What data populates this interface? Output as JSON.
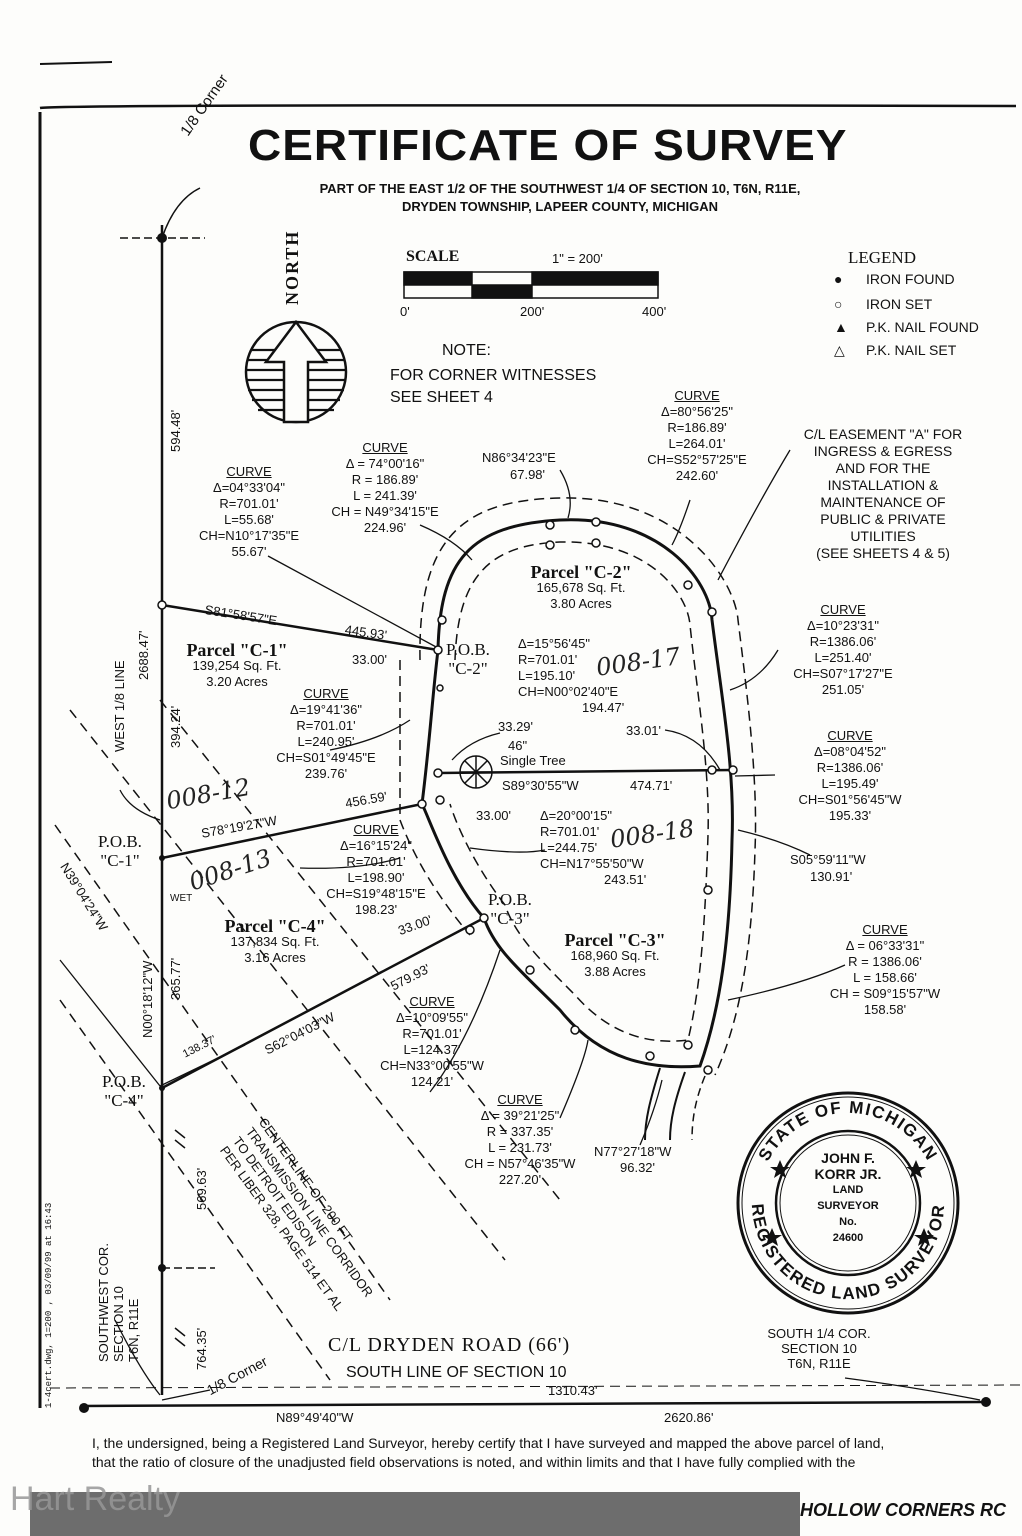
{
  "header": {
    "title": "CERTIFICATE OF SURVEY",
    "subtitle_line1": "PART OF THE EAST 1/2 OF THE SOUTHWEST 1/4 OF SECTION 10, T6N, R11E,",
    "subtitle_line2": "DRYDEN TOWNSHIP, LAPEER COUNTY, MICHIGAN"
  },
  "north_label": "NORTH",
  "scale": {
    "title": "SCALE",
    "ratio": "1\" = 200'",
    "t0": "0'",
    "t1": "200'",
    "t2": "400'"
  },
  "legend": {
    "title": "LEGEND",
    "items": [
      {
        "symbol": "●",
        "label": "IRON FOUND"
      },
      {
        "symbol": "○",
        "label": "IRON SET"
      },
      {
        "symbol": "▲",
        "label": "P.K. NAIL FOUND"
      },
      {
        "symbol": "△",
        "label": "P.K. NAIL SET"
      }
    ]
  },
  "note": {
    "l1": "NOTE:",
    "l2": "FOR CORNER WITNESSES",
    "l3": "SEE SHEET 4"
  },
  "corner_top": "1/8 Corner",
  "corner_bottom": "1/8 Corner",
  "west_line": "WEST 1/8 LINE",
  "easement": {
    "l1": "C/L EASEMENT \"A\" FOR",
    "l2": "INGRESS & EGRESS",
    "l3": "AND FOR THE",
    "l4": "INSTALLATION &",
    "l5": "MAINTENANCE OF",
    "l6": "PUBLIC & PRIVATE",
    "l7": "UTILITIES",
    "l8": "(SEE SHEETS 4 & 5)"
  },
  "curves": [
    {
      "title": "CURVE",
      "l1": "Δ=80°56'25\"",
      "l2": "R=186.89'",
      "l3": "L=264.01'",
      "l4": "CH=S52°57'25\"E",
      "l5": "242.60'"
    },
    {
      "title": "CURVE",
      "l1": "Δ = 74°00'16\"",
      "l2": "R = 186.89'",
      "l3": "L = 241.39'",
      "l4": "CH = N49°34'15\"E",
      "l5": "224.96'"
    },
    {
      "title": "CURVE",
      "l1": "Δ=04°33'04\"",
      "l2": "R=701.01'",
      "l3": "L=55.68'",
      "l4": "CH=N10°17'35\"E",
      "l5": "55.67'"
    },
    {
      "title": "CURVE",
      "l1": "Δ=10°23'31\"",
      "l2": "R=1386.06'",
      "l3": "L=251.40'",
      "l4": "CH=S07°17'27\"E",
      "l5": "251.05'"
    },
    {
      "title": "",
      "l1": "Δ=15°56'45\"",
      "l2": "R=701.01'",
      "l3": "L=195.10'",
      "l4": "CH=N00°02'40\"E",
      "l5": "194.47'"
    },
    {
      "title": "CURVE",
      "l1": "Δ=19°41'36\"",
      "l2": "R=701.01'",
      "l3": "L=240.95'",
      "l4": "CH=S01°49'45\"E",
      "l5": "239.76'"
    },
    {
      "title": "CURVE",
      "l1": "Δ=08°04'52\"",
      "l2": "R=1386.06'",
      "l3": "L=195.49'",
      "l4": "CH=S01°56'45\"W",
      "l5": "195.33'"
    },
    {
      "title": "",
      "l1": "Δ=20°00'15\"",
      "l2": "R=701.01'",
      "l3": "L=244.75'",
      "l4": "CH=N17°55'50\"W",
      "l5": "243.51'"
    },
    {
      "title": "CURVE",
      "l1": "Δ=16°15'24\"",
      "l2": "R=701.01'",
      "l3": "L=198.90'",
      "l4": "CH=S19°48'15\"E",
      "l5": "198.23'"
    },
    {
      "title": "CURVE",
      "l1": "Δ = 06°33'31\"",
      "l2": "R = 1386.06'",
      "l3": "L = 158.66'",
      "l4": "CH = S09°15'57\"W",
      "l5": "158.58'"
    },
    {
      "title": "CURVE",
      "l1": "Δ=10°09'55\"",
      "l2": "R=701.01'",
      "l3": "L=124.37'",
      "l4": "CH=N33°00'55\"W",
      "l5": "124.21'"
    },
    {
      "title": "CURVE",
      "l1": "Δ = 39°21'25\"",
      "l2": "R = 337.35'",
      "l3": "L = 231.73'",
      "l4": "CH = N57°46'35\"W",
      "l5": "227.20'"
    }
  ],
  "bearings": {
    "n86": "N86°34'23\"E",
    "n86d": "67.98'",
    "s81": "S81°58'57\"E",
    "s81d": "445.93'",
    "d3300a": "33.00'",
    "d3300b": "33.00'",
    "d3300c": "33.00'",
    "d3329": "33.29'",
    "d3301": "33.01'",
    "s89": "S89°30'55\"W",
    "s89d": "474.71'",
    "s78": "S78°19'27\"W",
    "s78d": "456.59'",
    "s05": "S05°59'11\"W",
    "s05d": "130.91'",
    "n39": "N39°04'24\"W",
    "s62": "S62°04'03\"W",
    "s62d": "579.93'",
    "d138": "138.37'",
    "n00": "N00°18'12\"W",
    "d365": "365.77'",
    "n77": "N77°27'18\"W",
    "n77d": "96.32'",
    "d594": "594.48'",
    "d2688": "2688.47'",
    "d394": "394.24'",
    "d569": "569.63'",
    "d764": "764.35'",
    "d1310": "1310.43'",
    "n89": "N89°49'40\"W",
    "d2620": "2620.86'"
  },
  "parcels": {
    "c1": {
      "name": "Parcel \"C-1\"",
      "area": "139,254 Sq. Ft.",
      "acres": "3.20 Acres"
    },
    "c2": {
      "name": "Parcel \"C-2\"",
      "area": "165,678 Sq. Ft.",
      "acres": "3.80 Acres"
    },
    "c3": {
      "name": "Parcel \"C-3\"",
      "area": "168,960 Sq. Ft.",
      "acres": "3.88 Acres"
    },
    "c4": {
      "name": "Parcel \"C-4\"",
      "area": "137,834 Sq. Ft.",
      "acres": "3.16 Acres"
    }
  },
  "pob": {
    "c1a": "P.O.B.",
    "c1b": "\"C-1\"",
    "c2a": "P.O.B.",
    "c2b": "\"C-2\"",
    "c3a": "P.O.B.",
    "c3b": "\"C-3\"",
    "c4a": "P.O.B.",
    "c4b": "\"C-4\""
  },
  "tree": {
    "l1": "46\"",
    "l2": "Single Tree"
  },
  "wet": "WET",
  "handwritten": {
    "h1": "008-17",
    "h2": "008-12",
    "h3": "008-13",
    "h4": "008-18"
  },
  "transmission": {
    "l1": "CENTERLINE OF 200 FT",
    "l2": "TRANSMISSION LINE CORRIDOR",
    "l3": "TO DETROIT EDISON",
    "l4": "PER LIBER 328, PAGE 514 ET AL"
  },
  "seal": {
    "outer_top": "STATE OF MICHIGAN",
    "outer_bottom": "REGISTERED LAND SURVEYOR",
    "l1": "JOHN F.",
    "l2": "KORR JR.",
    "l3": "LAND",
    "l4": "SURVEYOR",
    "l5": "No.",
    "l6": "24600"
  },
  "sw_corner": {
    "l1": "SOUTHWEST COR.",
    "l2": "SECTION 10",
    "l3": "T6N, R11E"
  },
  "s14_corner": {
    "l1": "SOUTH 1/4 COR.",
    "l2": "SECTION 10",
    "l3": "T6N, R11E"
  },
  "road": {
    "name": "C/L DRYDEN ROAD (66')",
    "south_line": "SOUTH LINE OF SECTION 10"
  },
  "filename": "1-4cert.dwg, 1=200 , 03/09/99 at 16:43",
  "certification": {
    "l1": "I, the undersigned, being a Registered Land Surveyor, hereby certify that I have surveyed and mapped the above parcel of land,",
    "l2": "that the ratio of closure of the unadjusted field observations is noted, and within limits and that I have fully complied with the"
  },
  "watermark": "Hart Realty",
  "bottom_road": "HOLLOW CORNERS RC",
  "colors": {
    "ink": "#111111",
    "paper": "#fdfdfb",
    "watermark": "#969696"
  }
}
